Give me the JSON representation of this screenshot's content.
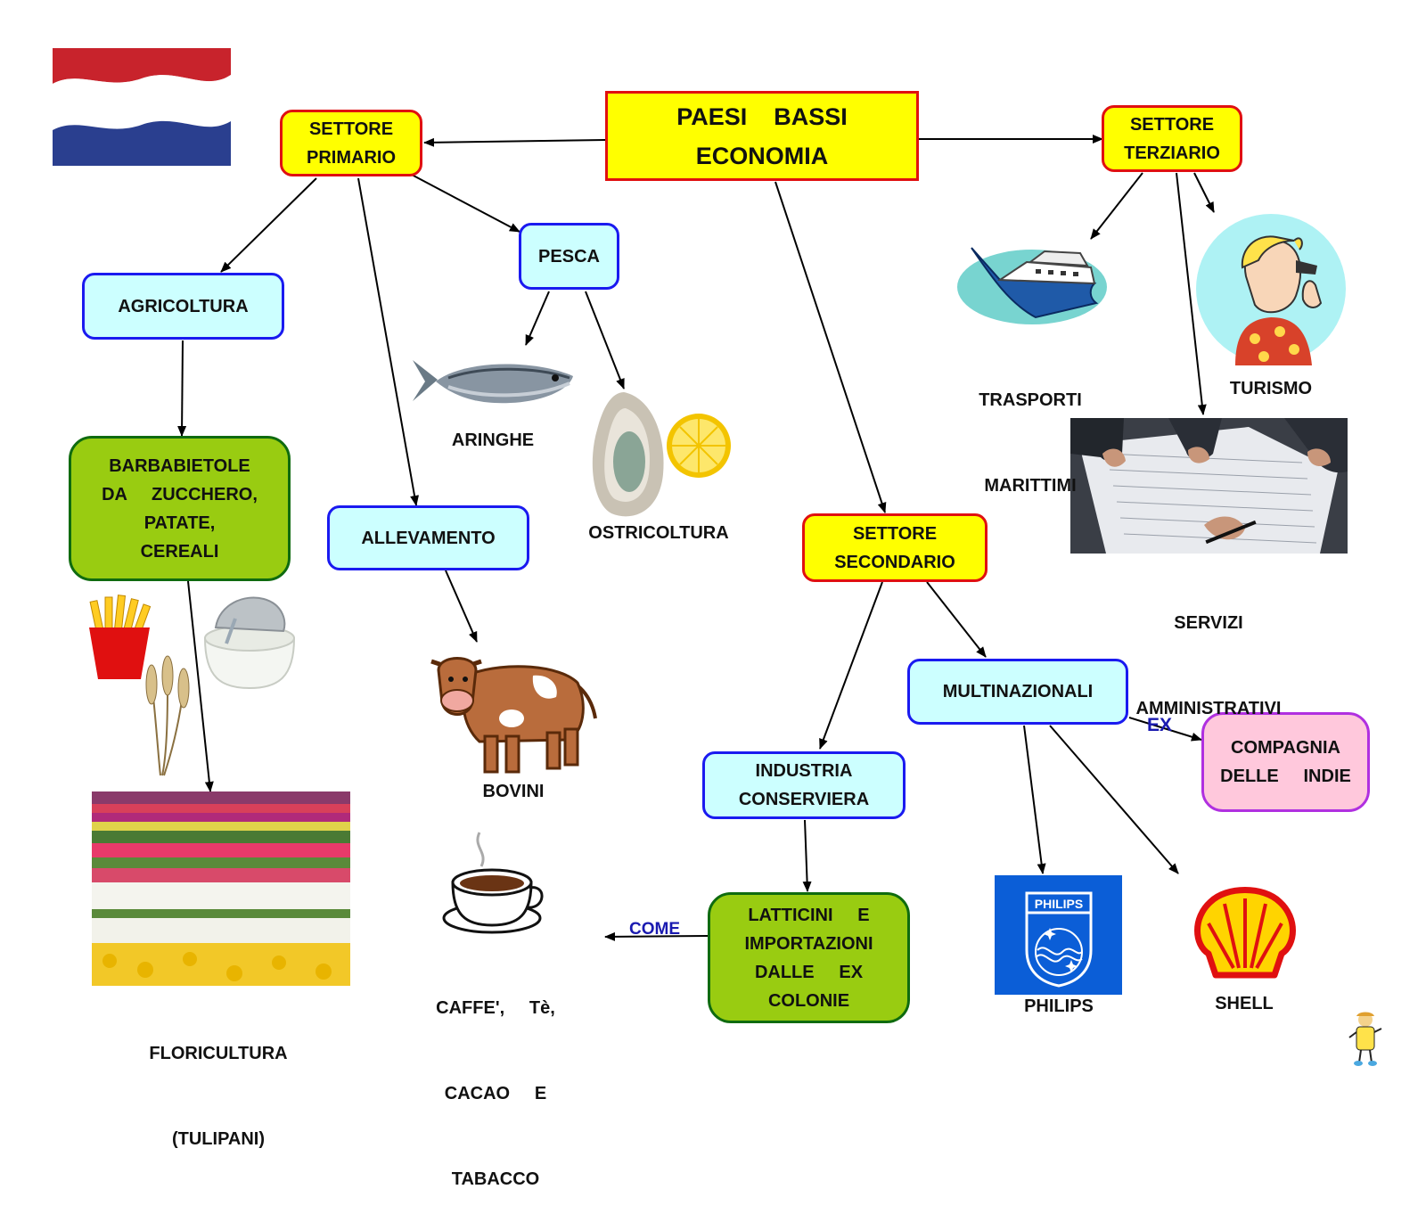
{
  "main": {
    "title_line1": "PAESI    BASSI",
    "title_line2": "ECONOMIA"
  },
  "nodes": {
    "primario": [
      "SETTORE",
      "PRIMARIO"
    ],
    "terziario": [
      "SETTORE",
      "TERZIARIO"
    ],
    "secondario": [
      "SETTORE",
      "SECONDARIO"
    ],
    "agricoltura": "AGRICOLTURA",
    "pesca": "PESCA",
    "allevamento": "ALLEVAMENTO",
    "barbabietole": [
      "BARBABIETOLE",
      "DA     ZUCCHERO,",
      "PATATE,",
      "CEREALI"
    ],
    "industria": [
      "INDUSTRIA",
      "CONSERVIERA"
    ],
    "multinazionali": "MULTINAZIONALI",
    "compagnia": [
      "COMPAGNIA",
      "DELLE     INDIE"
    ],
    "latticini": [
      "LATTICINI     E",
      "IMPORTAZIONI",
      "DALLE     EX",
      "COLONIE"
    ]
  },
  "labels": {
    "aringhe": "ARINGHE",
    "ostricoltura": "OSTRICOLTURA",
    "bovini": "BOVINI",
    "floricultura": [
      "FLORICULTURA",
      "(TULIPANI)"
    ],
    "caffe": [
      "CAFFE',     Tè,",
      "CACAO     E",
      "TABACCO"
    ],
    "trasporti": [
      "TRASPORTI",
      "MARITTIMI"
    ],
    "turismo": "TURISMO",
    "servizi": [
      "SERVIZI",
      "AMMINISTRATIVI"
    ],
    "philips": "PHILIPS",
    "shell": "SHELL"
  },
  "edge_labels": {
    "come": "COME",
    "ex": "EX"
  },
  "logos": {
    "philips_wordmark": "PHILIPS"
  },
  "icons": [
    "dutch-flag-icon",
    "fish-icon",
    "oyster-lemon-icon",
    "cow-icon",
    "fries-icon",
    "sugar-bowl-icon",
    "wheat-icon",
    "tulip-field-photo",
    "coffee-cup-icon",
    "ship-icon",
    "tourist-cartoon-icon",
    "office-paperwork-photo",
    "philips-logo",
    "shell-logo",
    "mascot-icon"
  ],
  "colors": {
    "yellow_fill": "#ffff00",
    "red_border": "#e01010",
    "cyan_fill": "#ccffff",
    "blue_border": "#1a1af0",
    "green_fill": "#99cc11",
    "green_border": "#0f6b0f",
    "pink_fill": "#ffc8dc",
    "purple_border": "#b030e0",
    "edge_label": "#1a1ab0"
  }
}
